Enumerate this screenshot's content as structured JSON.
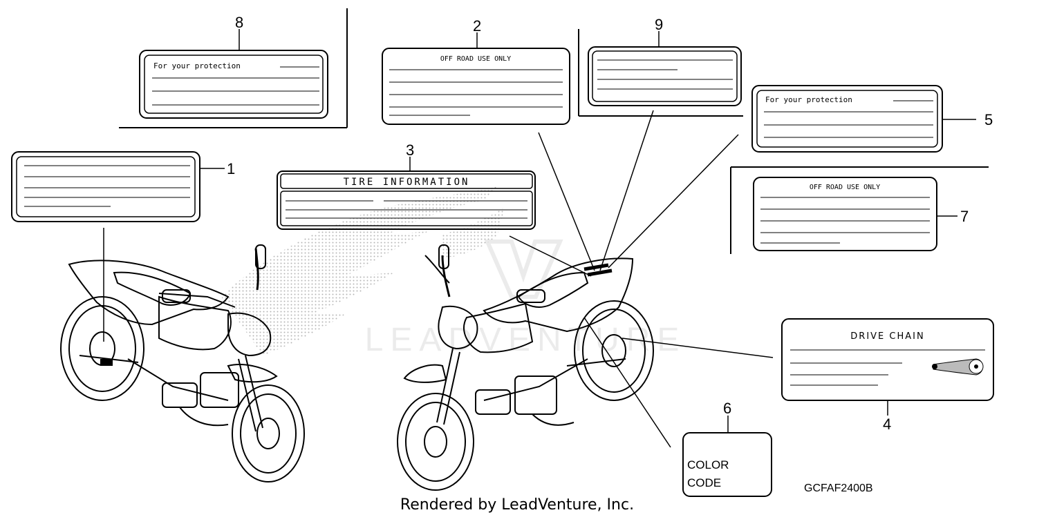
{
  "callouts": [
    "1",
    "2",
    "3",
    "4",
    "5",
    "6",
    "7",
    "8",
    "9"
  ],
  "labels": {
    "protection": "For your protection",
    "off_road": "OFF ROAD USE ONLY",
    "tire_info": "TIRE INFORMATION",
    "drive_chain": "DRIVE CHAIN",
    "color": "COLOR",
    "code": "CODE"
  },
  "diagram_code": "GCFAF2400B",
  "footer": "Rendered by LeadVenture, Inc.",
  "watermark_text": "LEADVENTURE",
  "colors": {
    "ink": "#000000",
    "watermark": "#d8d8d8",
    "stipple": "#b5b5b5"
  }
}
